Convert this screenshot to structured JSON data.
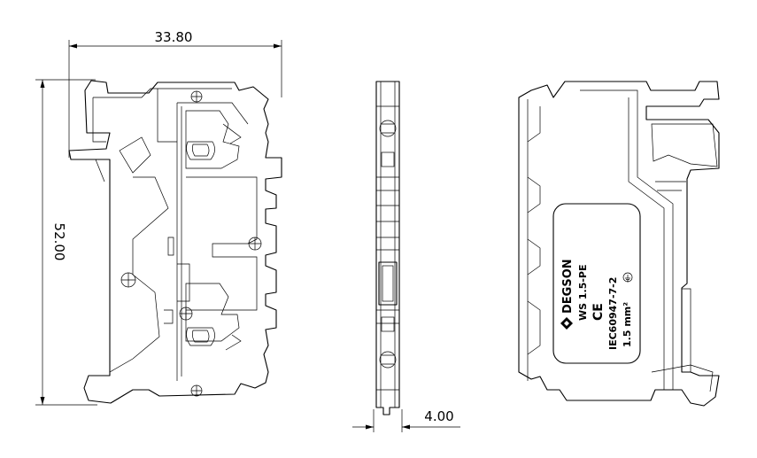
{
  "dimensions": {
    "width": "33.80",
    "height": "52.00",
    "thickness": "4.00"
  },
  "label": {
    "brand": "DEGSON",
    "model": "WS 1.5-PE",
    "ce": "CE",
    "standard": "IEC60947-7-2",
    "cross_section": "1.5 mm²"
  },
  "icons": [
    "ground-symbol-icon",
    "degson-logo-icon"
  ],
  "colors": {
    "line": "#000000",
    "background": "#ffffff"
  }
}
